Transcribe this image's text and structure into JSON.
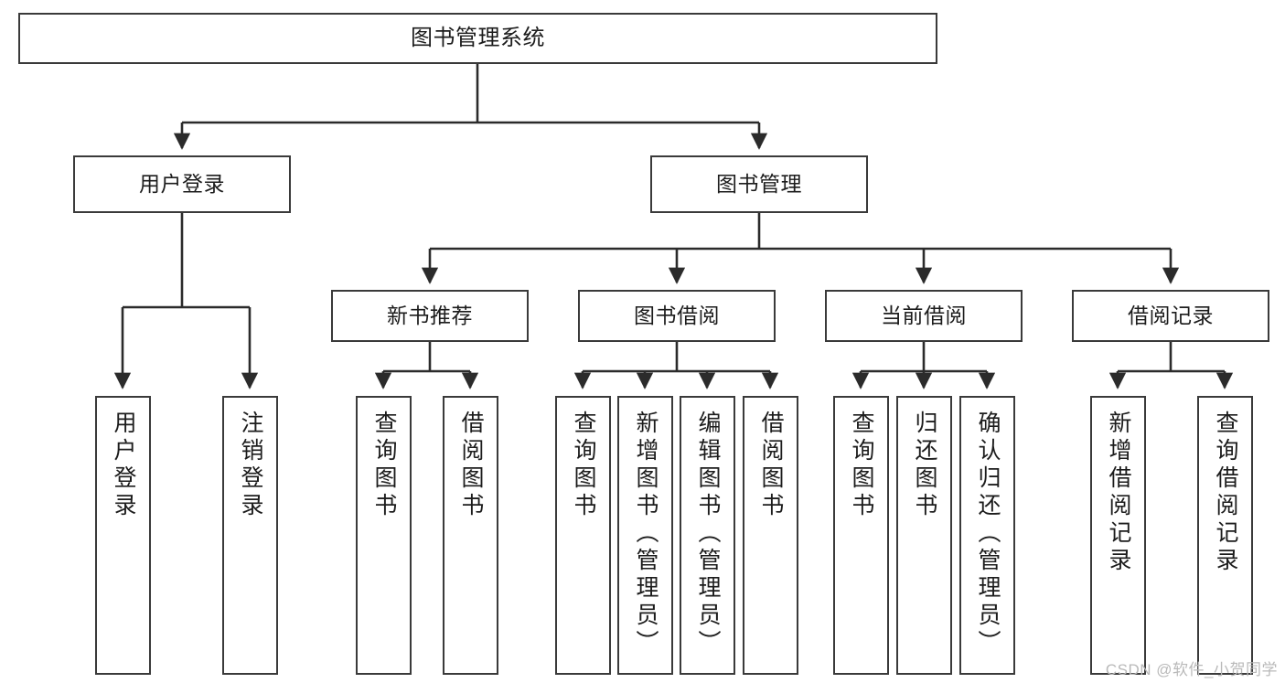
{
  "diagram": {
    "title": "图书管理系统",
    "type": "功能结构图",
    "watermark": "CSDN @软件_小贺同学",
    "colors": {
      "box_border": "#3a3a3a",
      "box_fill": "#ffffff",
      "connector": "#2b2b2b",
      "text": "#1c1c1c",
      "watermark": "#b9b9b9",
      "background": "#ffffff"
    },
    "root": {
      "label": "图书管理系统"
    },
    "level2": [
      {
        "label": "用户登录"
      },
      {
        "label": "图书管理"
      }
    ],
    "level3": [
      {
        "label": "新书推荐"
      },
      {
        "label": "图书借阅"
      },
      {
        "label": "当前借阅"
      },
      {
        "label": "借阅记录"
      }
    ],
    "leaves": {
      "user_login": [
        {
          "label": "用户登录"
        },
        {
          "label": "注销登录"
        }
      ],
      "new_book": [
        {
          "label": "查询图书"
        },
        {
          "label": "借阅图书"
        }
      ],
      "book_borrow": [
        {
          "label": "查询图书"
        },
        {
          "label": "新增图书（管理员）"
        },
        {
          "label": "编辑图书（管理员）"
        },
        {
          "label": "借阅图书"
        }
      ],
      "current_borrow": [
        {
          "label": "查询图书"
        },
        {
          "label": "归还图书"
        },
        {
          "label": "确认归还（管理员）"
        }
      ],
      "borrow_record": [
        {
          "label": "新增借阅记录"
        },
        {
          "label": "查询借阅记录"
        }
      ]
    }
  }
}
